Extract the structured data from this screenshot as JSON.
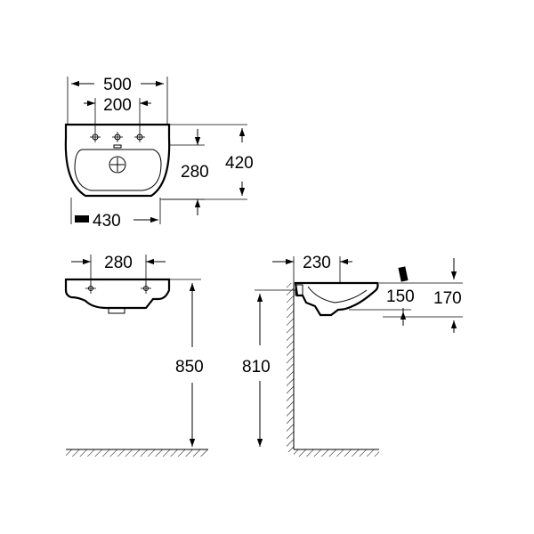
{
  "dimensions": {
    "top_width": "500",
    "tap_hole_spacing": "200",
    "bowl_depth": "280",
    "overall_depth": "420",
    "front_width": "430",
    "front_hole_spacing": "280",
    "front_height": "850",
    "side_projection": "230",
    "side_height": "810",
    "side_bowl_height": "150",
    "side_total_height": "170"
  }
}
